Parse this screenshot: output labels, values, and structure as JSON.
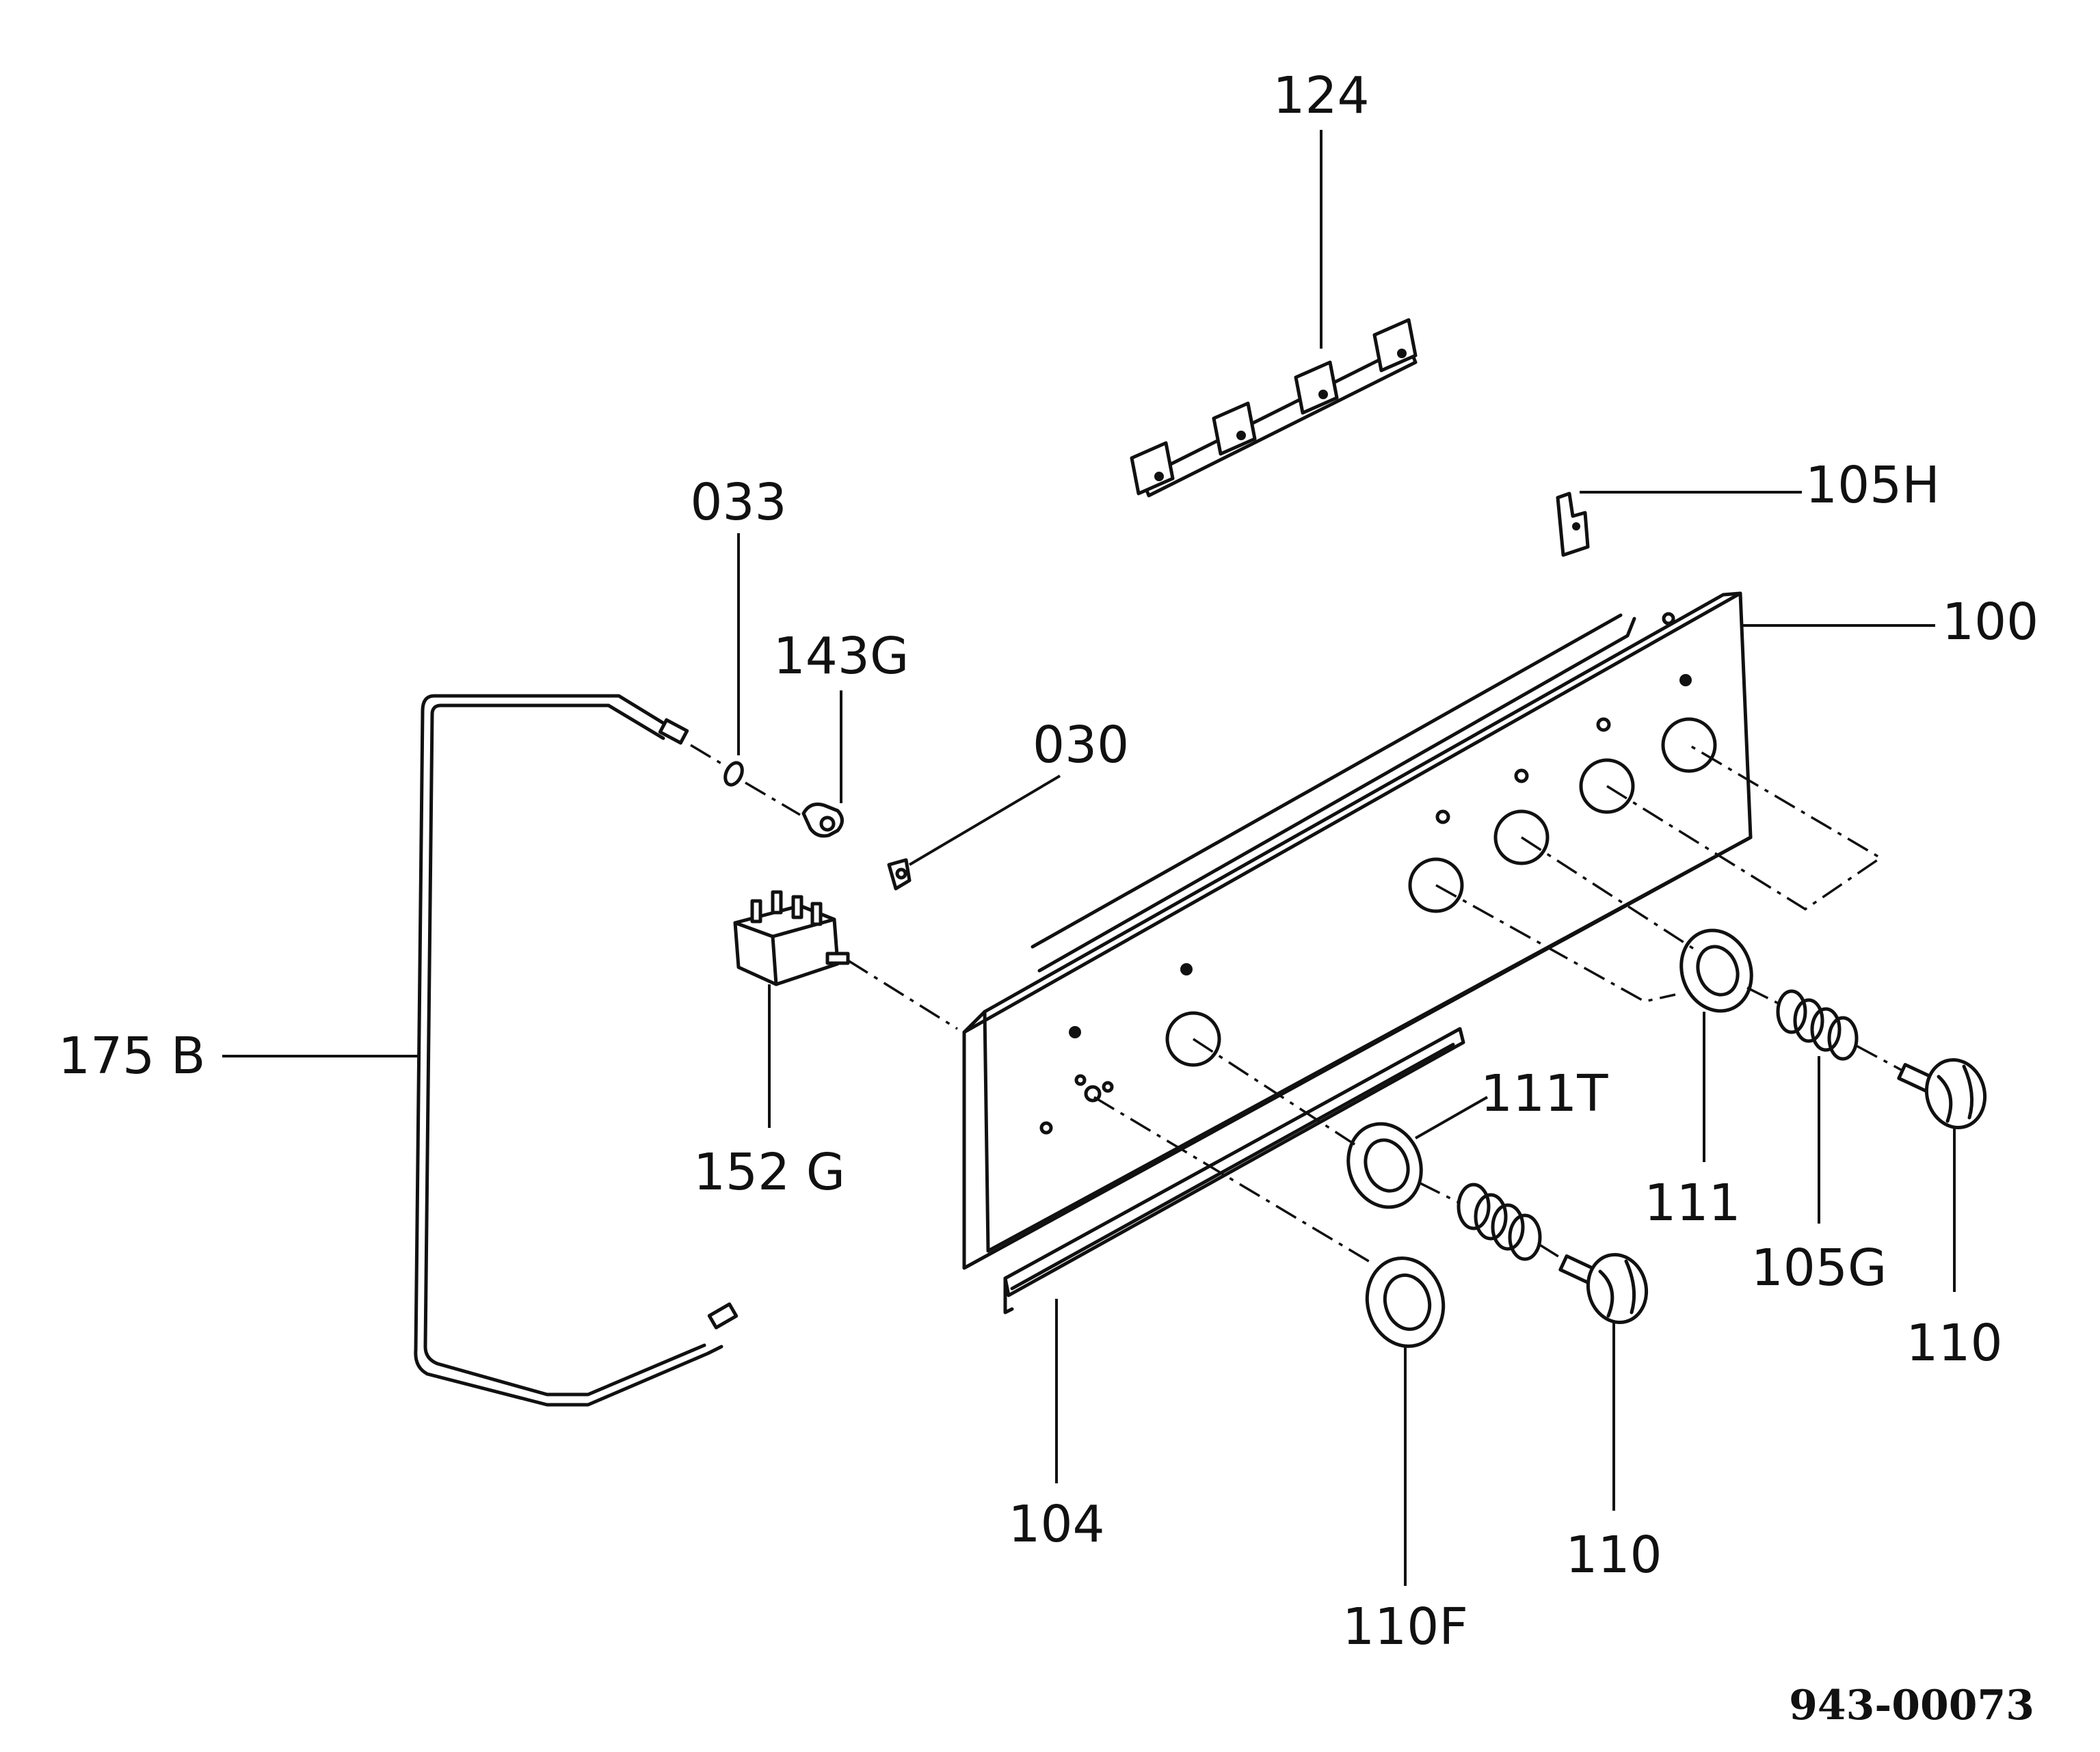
{
  "diagram": {
    "callouts": {
      "p124": "124",
      "p105h": "105H",
      "p100": "100",
      "p033": "033",
      "p143g": "143G",
      "p030": "030",
      "p175b": "175 B",
      "p152g": "152 G",
      "p111t": "111T",
      "p111": "111",
      "p105g": "105G",
      "p110_right": "110",
      "p104": "104",
      "p110f": "110F",
      "p110_center": "110"
    },
    "reference_number": "943-00073"
  }
}
